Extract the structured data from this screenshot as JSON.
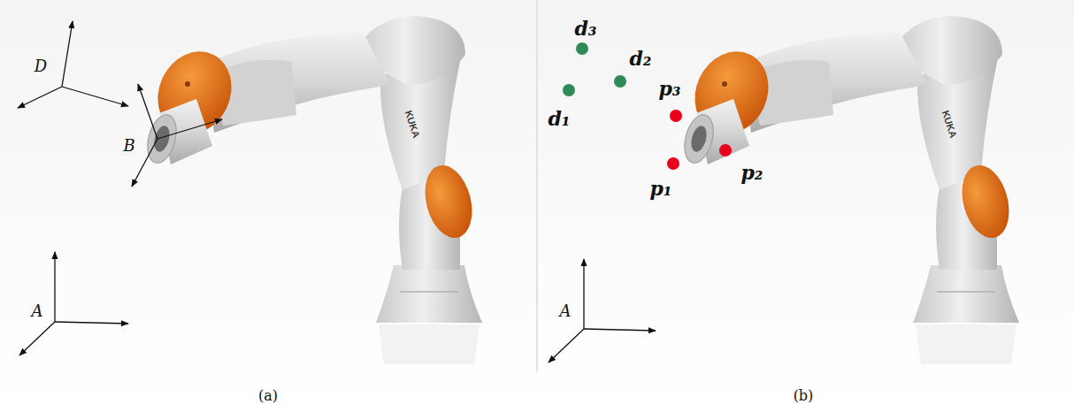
{
  "diagram": {
    "labels": [
      "D",
      "B",
      "A",
      "(a)",
      "d₃",
      "d₂",
      "d₁",
      "p₃",
      "p₁",
      "p₂",
      "A",
      "(b)",
      "KUKA",
      "KUKA"
    ]
  }
}
